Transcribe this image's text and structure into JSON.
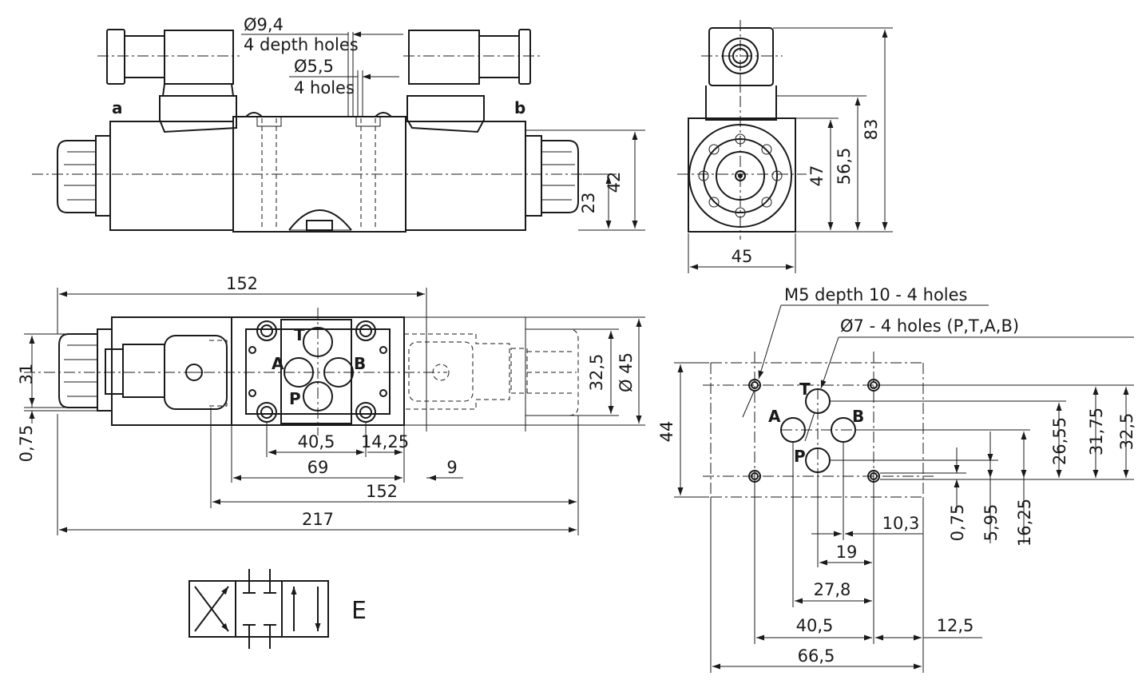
{
  "ports": {
    "a": "a",
    "b": "b",
    "T": "T",
    "A": "A",
    "B": "B",
    "P": "P"
  },
  "notes": {
    "hole_9_4": "Ø9,4",
    "depth_holes_4": "4 depth holes",
    "hole_5_5": "Ø5,5",
    "holes_4": "4 holes",
    "m5_thread": "M5 depth 10 - 4 holes",
    "ports_7": "Ø7 - 4 holes (P,T,A,B)"
  },
  "dimensions": {
    "front_42": "42",
    "front_23": "23",
    "side_83": "83",
    "side_56_5": "56,5",
    "side_47": "47",
    "side_45": "45",
    "top_152_upper": "152",
    "top_31": "31",
    "top_0_75": "0,75",
    "top_32_5": "32,5",
    "top_dia_45": "Ø 45",
    "top_40_5": "40,5",
    "top_14_25": "14,25",
    "top_69": "69",
    "top_9": "9",
    "top_152_lower": "152",
    "top_217": "217",
    "face_44": "44",
    "face_26_55": "26,55",
    "face_31_75": "31,75",
    "face_32_5": "32,5",
    "face_10_3": "10,3",
    "face_0_75": "0,75",
    "face_5_95": "5,95",
    "face_16_25": "16,25",
    "face_19": "19",
    "face_27_8": "27,8",
    "face_40_5": "40,5",
    "face_12_5": "12,5",
    "face_66_5": "66,5"
  },
  "symbol": {
    "spool_code": "E"
  }
}
